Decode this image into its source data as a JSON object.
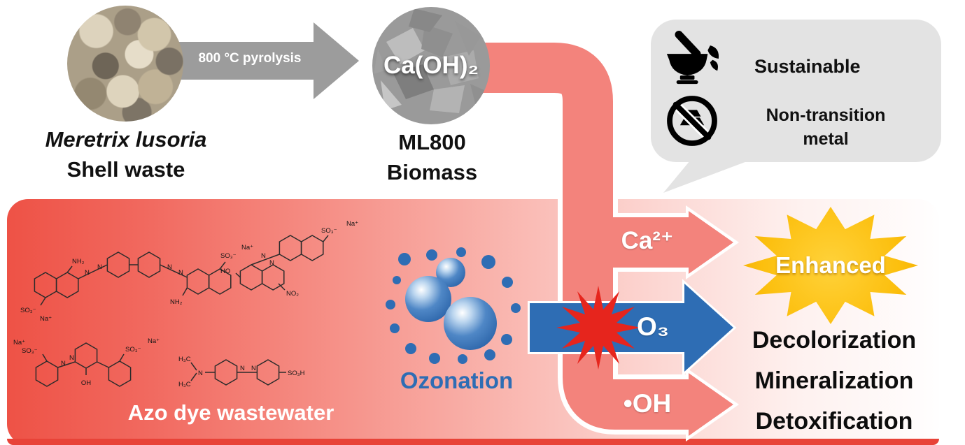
{
  "palette": {
    "pipe_salmon": "#F3837C",
    "ozone_blue": "#2E6DB4",
    "enhanced_gold": "#FCBF0E",
    "panel_red": "#EE5246",
    "explosion_red": "#E6251D",
    "arrow_gray": "#9C9C9C",
    "callout_gray": "#E3E3E3"
  },
  "source": {
    "title_italic": "Meretrix lusoria",
    "subtitle": "Shell waste"
  },
  "pyrolysis": {
    "arrow_label": "800 °C pyrolysis"
  },
  "catalyst": {
    "circle_label": "Ca(OH)₂",
    "caption_line1": "ML800",
    "caption_line2": "Biomass"
  },
  "callout": {
    "sustainable_label": "Sustainable",
    "nontransition_line1": "Non-transition",
    "nontransition_line2": "metal"
  },
  "flow": {
    "ca_label": "Ca²⁺",
    "o3_label": "O₃",
    "oh_label": "•OH",
    "ozonation_label": "Ozonation",
    "enhanced_label": "Enhanced",
    "outcomes": [
      "Decolorization",
      "Mineralization",
      "Detoxification"
    ]
  },
  "wastewater": {
    "caption": "Azo dye wastewater",
    "labels": {
      "n": "N",
      "nh2": "NH₂",
      "so3_minus": "SO₃⁻",
      "na_plus": "Na⁺",
      "oh": "OH",
      "ho": "HO",
      "h3c": "H₃C",
      "so3h": "SO₃H",
      "no2": "NO₂"
    }
  }
}
